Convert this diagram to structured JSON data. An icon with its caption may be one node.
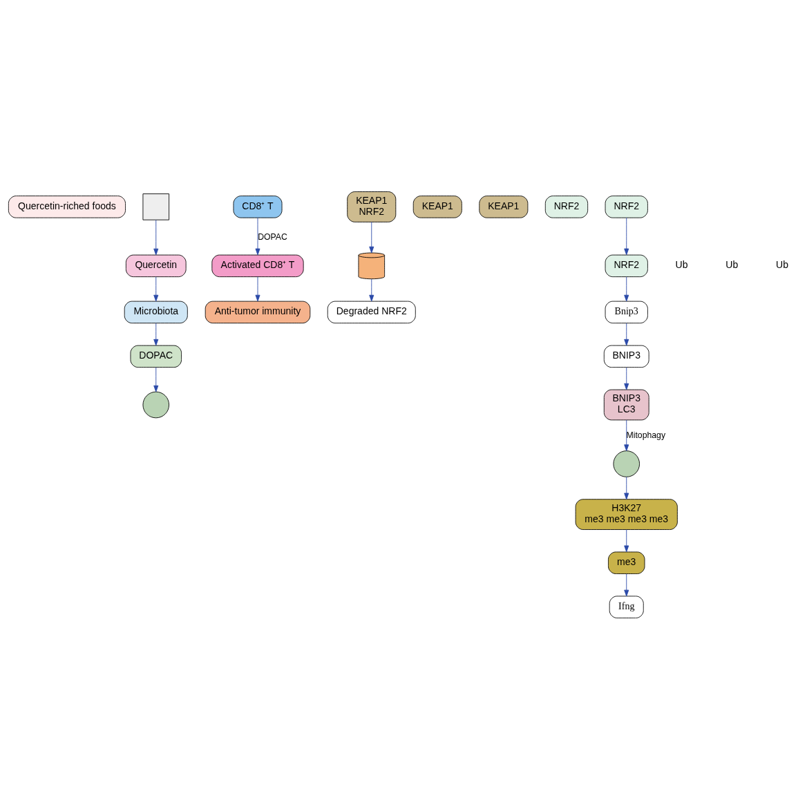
{
  "diagram": {
    "nodes": [
      {
        "text": [
          "Quercetin-riched foods"
        ]
      },
      {
        "text": [],
        "shape": "box"
      },
      {
        "text": [
          "Quercetin"
        ]
      },
      {
        "text": [
          "Microbiota"
        ]
      },
      {
        "text": [
          "DOPAC"
        ]
      },
      {
        "text": [],
        "shape": "circle"
      },
      {
        "text": [
          "CD8⁺ T"
        ]
      },
      {
        "text": [
          "Activated CD8⁺ T"
        ]
      },
      {
        "text": [
          "KEAP1",
          "NRF2"
        ]
      },
      {
        "text": [],
        "shape": "cylinder"
      },
      {
        "text": [
          "Degraded NRF2"
        ]
      },
      {
        "text": [
          "KEAP1"
        ]
      },
      {
        "text": [
          "KEAP1"
        ]
      },
      {
        "text": [
          "NRF2"
        ]
      },
      {
        "text": [
          "NRF2"
        ]
      },
      {
        "text": [
          "NRF2"
        ]
      },
      {
        "text": [
          "Bnip3"
        ]
      },
      {
        "text": [
          "BNIP3"
        ]
      },
      {
        "text": [
          "BNIP3",
          "LC3"
        ]
      },
      {
        "text": [],
        "shape": "circle"
      },
      {
        "text": [
          "H3K27",
          "me3 me3 me3 me3"
        ]
      },
      {
        "text": [
          "me3"
        ]
      },
      {
        "text": [
          "Ifng"
        ]
      },
      {
        "text": [
          "Anti-tumor immunity"
        ]
      }
    ],
    "edges": [
      {
        "from": 1,
        "to": 2,
        "arrow": "to"
      },
      {
        "from": 2,
        "to": 3,
        "arrow": "to"
      },
      {
        "from": 3,
        "to": 4,
        "arrow": "to"
      },
      {
        "from": 4,
        "to": 5,
        "arrow": "to"
      },
      {
        "from": 6,
        "to": 7,
        "arrow": "to",
        "label": "DOPAC"
      },
      {
        "from": 7,
        "to": 23,
        "arrow": "to"
      },
      {
        "from": 8,
        "to": 9,
        "arrow": "to"
      },
      {
        "from": 9,
        "to": 10,
        "arrow": "to"
      },
      {
        "from": 14,
        "to": 15,
        "arrow": "to"
      },
      {
        "from": 15,
        "to": 16,
        "arrow": "to"
      },
      {
        "from": 16,
        "to": 17,
        "arrow": "to"
      },
      {
        "from": 17,
        "to": 18,
        "arrow": "to"
      },
      {
        "from": 18,
        "to": 19,
        "arrow": "to",
        "label": "Mitophagy"
      },
      {
        "from": 19,
        "to": 20,
        "arrow": "to"
      },
      {
        "from": 20,
        "to": 21,
        "arrow": "to"
      },
      {
        "from": 21,
        "to": 22,
        "arrow": "to"
      }
    ],
    "labels": [
      "Ub",
      "Ub",
      "Ub"
    ]
  }
}
